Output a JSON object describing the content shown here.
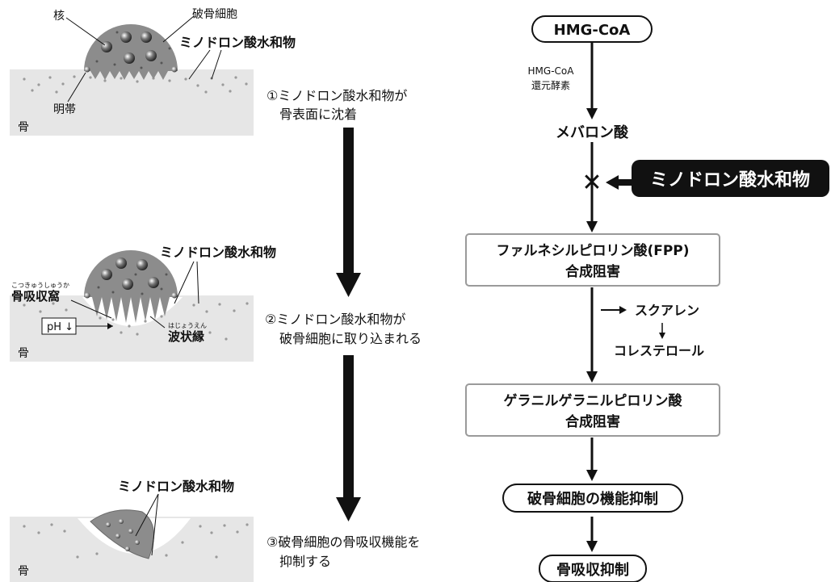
{
  "left_panel": {
    "stage1": {
      "nucleus_label": "核",
      "osteoclast_label": "破骨細胞",
      "drug_label": "ミノドロン酸水和物",
      "sealing_zone_label": "明帯",
      "bone_label": "骨"
    },
    "stage2": {
      "drug_label": "ミノドロン酸水和物",
      "lacuna_ruby": "こつきゅうしゅうか",
      "lacuna_label": "骨吸収窩",
      "ph_label": "pH ↓",
      "ruffled_ruby": "はじょうえん",
      "ruffled_label": "波状縁",
      "bone_label": "骨"
    },
    "stage3": {
      "drug_label": "ミノドロン酸水和物",
      "bone_label": "骨"
    }
  },
  "steps": [
    {
      "line1": "①ミノドロン酸水和物が",
      "line2": "骨表面に沈着"
    },
    {
      "line1": "②ミノドロン酸水和物が",
      "line2": "破骨細胞に取り込まれる"
    },
    {
      "line1": "③破骨細胞の骨吸収機能を",
      "line2": "抑制する"
    }
  ],
  "pathway": {
    "hmg_coa": "HMG-CoA",
    "enzyme_line1": "HMG-CoA",
    "enzyme_line2": "還元酵素",
    "mevalonate": "メバロン酸",
    "block_mark": "✕",
    "inhibitor": "ミノドロン酸水和物",
    "fpp_line1": "ファルネシルピロリン酸(FPP)",
    "fpp_line2": "合成阻害",
    "branch_1": "スクアレン",
    "branch_2": "コレステロール",
    "ggpp_line1": "ゲラニルゲラニルピロリン酸",
    "ggpp_line2": "合成阻害",
    "osteoclast_inhibition": "破骨細胞の機能抑制",
    "resorption_inhibition": "骨吸収抑制"
  },
  "colors": {
    "bone_fill": "#e6e6e6",
    "cell_fill": "#8c8c8c",
    "box_border": "#9a9a9a",
    "inhibitor_bg": "#111111",
    "arrow": "#111111"
  }
}
